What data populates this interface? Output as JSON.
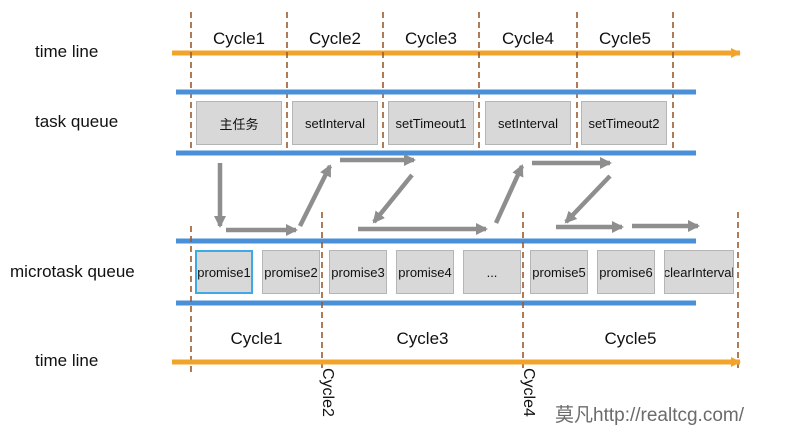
{
  "row_labels": {
    "timeline_top": "time line",
    "task_queue": "task queue",
    "microtask_queue": "microtask queue",
    "timeline_bottom": "time line"
  },
  "top_cycles": [
    "Cycle1",
    "Cycle2",
    "Cycle3",
    "Cycle4",
    "Cycle5"
  ],
  "tasks": [
    "主任务",
    "setInterval",
    "setTimeout1",
    "setInterval",
    "setTimeout2"
  ],
  "microtasks": [
    "promise1",
    "promise2",
    "promise3",
    "promise4",
    "...",
    "promise5",
    "promise6",
    "clearInterval"
  ],
  "bottom_cycles": [
    "Cycle1",
    "Cycle3",
    "Cycle5"
  ],
  "vertical_cycles": [
    "Cycle2",
    "Cycle4"
  ],
  "watermark": "莫凡http://realtcg.com/",
  "colors": {
    "timeline": "#f2a42a",
    "queue_line": "#4a90d9",
    "divider": "#9c5a2e",
    "arrow": "#8e8e8e",
    "box_fill": "#d8d8d8",
    "highlight": "#3fa9e6"
  }
}
